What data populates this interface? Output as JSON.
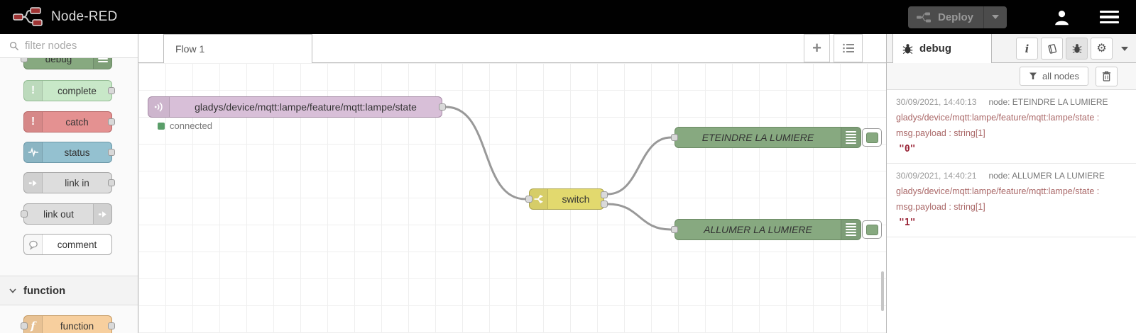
{
  "header": {
    "title": "Node-RED",
    "deploy": {
      "label": "Deploy"
    }
  },
  "palette": {
    "filter_placeholder": "filter nodes",
    "items": [
      {
        "label": "debug",
        "icon": "justify-lines-icon",
        "color": "#87a980"
      },
      {
        "label": "complete",
        "icon": "exclamation-icon",
        "color": "#c8e8c8"
      },
      {
        "label": "catch",
        "icon": "exclamation-icon",
        "color": "#e49191"
      },
      {
        "label": "status",
        "icon": "pulse-icon",
        "color": "#94c1d0"
      },
      {
        "label": "link in",
        "icon": "link-arrow-icon",
        "color": "#dddddd"
      },
      {
        "label": "link out",
        "icon": "link-arrow-icon",
        "color": "#dddddd"
      },
      {
        "label": "comment",
        "icon": "speech-bubble-icon",
        "color": "#ffffff"
      }
    ],
    "categories": [
      {
        "label": "function"
      }
    ],
    "function_item": {
      "label": "function",
      "icon": "function-f-icon",
      "color": "#f7cf9e"
    }
  },
  "canvas": {
    "tab": "Flow 1",
    "nodes": {
      "mqtt": {
        "label": "gladys/device/mqtt:lampe/feature/mqtt:lampe/state",
        "status": "connected",
        "color": "#d8bfd8"
      },
      "switch": {
        "label": "switch",
        "color": "#e2d96e"
      },
      "debug_off": {
        "label": "ETEINDRE LA LUMIERE",
        "color": "#87a980"
      },
      "debug_on": {
        "label": "ALLUMER LA LUMIERE",
        "color": "#87a980"
      }
    }
  },
  "sidebar": {
    "tab": "debug",
    "filter_label": "all nodes",
    "messages": [
      {
        "date": "30/09/2021, 14:40:13",
        "node": "node: ETEINDRE LA LUMIERE",
        "topic": "gladys/device/mqtt:lampe/feature/mqtt:lampe/state :",
        "path": "msg.payload : string[1]",
        "value": "\"0\""
      },
      {
        "date": "30/09/2021, 14:40:21",
        "node": "node: ALLUMER LA LUMIERE",
        "topic": "gladys/device/mqtt:lampe/feature/mqtt:lampe/state :",
        "path": "msg.payload : string[1]",
        "value": "\"1\""
      }
    ]
  },
  "colors": {
    "header_bg": "#010101",
    "status_green": "#5a9e69",
    "debug_topic": "#aa6868",
    "debug_value": "#992437",
    "wire": "#999999"
  }
}
